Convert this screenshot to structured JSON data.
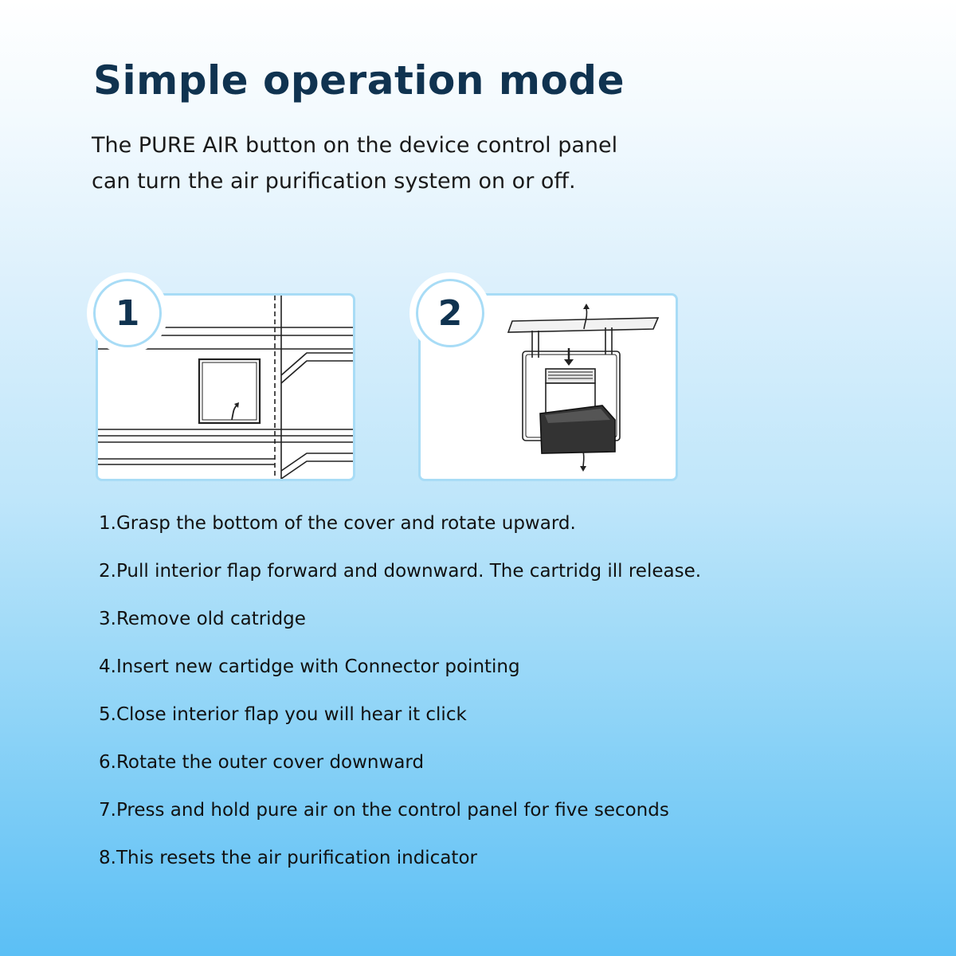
{
  "header": {
    "title": "Simple operation mode",
    "intro_line1": "The PURE AIR button on the device control panel",
    "intro_line2": "can turn the air purification system on or off."
  },
  "figures": [
    {
      "number": "1",
      "icon": "shelf-cover-rotate-illustration"
    },
    {
      "number": "2",
      "icon": "cartridge-flap-illustration"
    }
  ],
  "steps": [
    "1.Grasp the bottom of the cover and rotate upward.",
    "2.Pull interior flap forward and downward. The cartridg ill release.",
    "3.Remove old catridge",
    "4.Insert new cartidge with Connector pointing",
    "5.Close interior flap you will hear it click",
    "6.Rotate the outer cover downward",
    "7.Press and hold pure air on the control panel for five seconds",
    "8.This resets the air purification indicator"
  ],
  "colors": {
    "title": "#103350",
    "panel_border": "#a8dcf6",
    "gradient_top": "#ffffff",
    "gradient_bottom": "#5bbff5"
  }
}
